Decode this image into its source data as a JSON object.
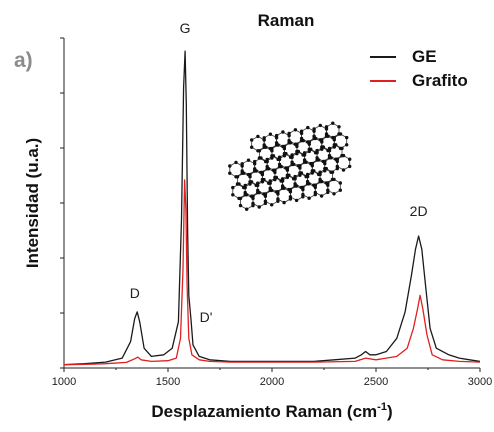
{
  "panel_label": "a)",
  "chart_data": {
    "type": "line",
    "title": "Raman",
    "xlabel": "Desplazamiento Raman (cm",
    "xlabel_sup": "-1",
    "xlabel_close": ")",
    "ylabel": "Intensidad (u.a.)",
    "xlim": [
      1000,
      3000
    ],
    "ylim": [
      0,
      100
    ],
    "xticks": [
      1000,
      1500,
      2000,
      2500,
      3000
    ],
    "legend_position": "top-right",
    "grid": false,
    "series": [
      {
        "name": "GE",
        "color": "#1a1a1a",
        "points": [
          [
            1000,
            1
          ],
          [
            1100,
            1.3
          ],
          [
            1200,
            1.8
          ],
          [
            1280,
            3
          ],
          [
            1320,
            8
          ],
          [
            1340,
            15
          ],
          [
            1352,
            17
          ],
          [
            1364,
            14
          ],
          [
            1385,
            6
          ],
          [
            1420,
            3.5
          ],
          [
            1480,
            4
          ],
          [
            1520,
            6
          ],
          [
            1550,
            14
          ],
          [
            1565,
            45
          ],
          [
            1575,
            85
          ],
          [
            1582,
            96
          ],
          [
            1588,
            80
          ],
          [
            1594,
            42
          ],
          [
            1600,
            22
          ],
          [
            1610,
            15
          ],
          [
            1620,
            7
          ],
          [
            1650,
            3.5
          ],
          [
            1700,
            2.5
          ],
          [
            1800,
            2
          ],
          [
            1900,
            2
          ],
          [
            2000,
            2
          ],
          [
            2100,
            2
          ],
          [
            2200,
            2
          ],
          [
            2300,
            2.5
          ],
          [
            2400,
            3
          ],
          [
            2430,
            4
          ],
          [
            2450,
            5
          ],
          [
            2470,
            4
          ],
          [
            2500,
            4
          ],
          [
            2550,
            5
          ],
          [
            2600,
            9
          ],
          [
            2640,
            17
          ],
          [
            2670,
            28
          ],
          [
            2690,
            36
          ],
          [
            2705,
            40
          ],
          [
            2720,
            36
          ],
          [
            2740,
            24
          ],
          [
            2760,
            12
          ],
          [
            2790,
            6
          ],
          [
            2850,
            4
          ],
          [
            2900,
            3
          ],
          [
            2950,
            2.5
          ],
          [
            3000,
            2
          ]
        ]
      },
      {
        "name": "Grafito",
        "color": "#e02020",
        "points": [
          [
            1000,
            1
          ],
          [
            1100,
            1.1
          ],
          [
            1200,
            1.3
          ],
          [
            1300,
            1.7
          ],
          [
            1340,
            2.8
          ],
          [
            1355,
            3.3
          ],
          [
            1370,
            2.5
          ],
          [
            1420,
            2
          ],
          [
            1500,
            2.2
          ],
          [
            1540,
            3
          ],
          [
            1560,
            9
          ],
          [
            1572,
            30
          ],
          [
            1580,
            57
          ],
          [
            1586,
            48
          ],
          [
            1592,
            25
          ],
          [
            1600,
            9
          ],
          [
            1615,
            4
          ],
          [
            1650,
            2.5
          ],
          [
            1700,
            2
          ],
          [
            1800,
            1.8
          ],
          [
            2000,
            1.8
          ],
          [
            2200,
            1.8
          ],
          [
            2400,
            2
          ],
          [
            2450,
            3
          ],
          [
            2500,
            2.5
          ],
          [
            2600,
            3.5
          ],
          [
            2650,
            6
          ],
          [
            2680,
            12
          ],
          [
            2700,
            18
          ],
          [
            2712,
            22
          ],
          [
            2725,
            18
          ],
          [
            2745,
            10
          ],
          [
            2770,
            4
          ],
          [
            2820,
            2.5
          ],
          [
            2900,
            2
          ],
          [
            3000,
            1.8
          ]
        ]
      }
    ],
    "annotations": [
      {
        "text": "G",
        "x": 1582,
        "y": 96
      },
      {
        "text": "D",
        "x": 1350,
        "y": 17
      },
      {
        "text": "D'",
        "x": 1625,
        "y": 14
      },
      {
        "text": "2D",
        "x": 2705,
        "y": 40
      }
    ]
  }
}
